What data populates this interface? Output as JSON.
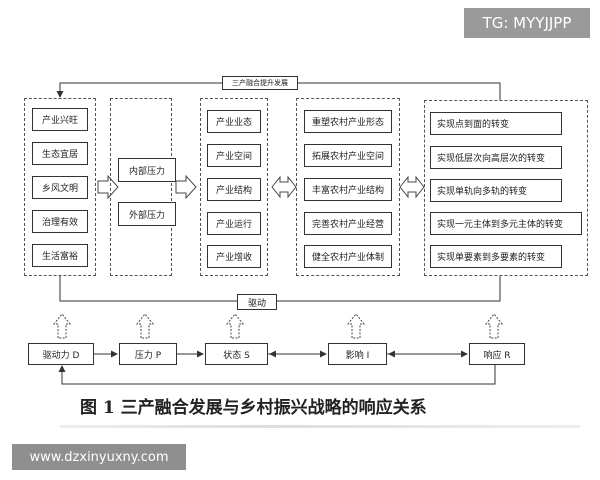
{
  "watermark_top": "TG: MYYJJPP",
  "watermark_bottom": "www.dzxinyuxny.com",
  "top_label": "三产融合提升发展",
  "drive_label": "驱动",
  "rural_goals": [
    "产业兴旺",
    "生态宜居",
    "乡风文明",
    "治理有效",
    "生活富裕"
  ],
  "pressures": [
    "内部压力",
    "外部压力"
  ],
  "states": [
    "产业业态",
    "产业空间",
    "产业结构",
    "产业运行",
    "产业增收"
  ],
  "impacts": [
    "重塑农村产业形态",
    "拓展农村产业空间",
    "丰富农村产业结构",
    "完善农村产业经营",
    "健全农村产业体制"
  ],
  "responses": [
    "实现点到面的转变",
    "实现低层次向高层次的转变",
    "实现单轨向多轨的转变",
    "实现一元主体到多元主体的转变",
    "实现单要素到多要素的转变"
  ],
  "dpsir": [
    "驱动力 D",
    "压力  P",
    "状态  S",
    "影响  I",
    "响应  R"
  ],
  "caption": "图 1    三产融合发展与乡村振兴战略的响应关系"
}
